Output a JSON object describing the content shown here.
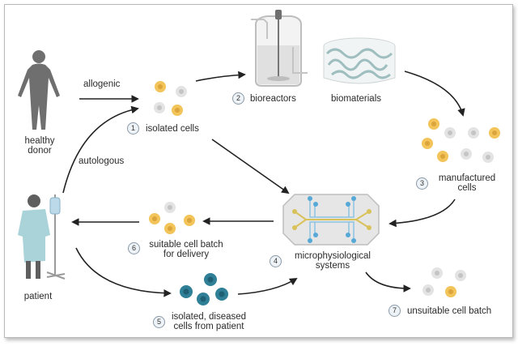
{
  "diagram": {
    "type": "workflow",
    "nodes": {
      "healthy_donor": {
        "label": "healthy\ndonor",
        "line1": "healthy",
        "line2": "donor"
      },
      "patient": {
        "label": "patient"
      },
      "isolated_cells": {
        "step": "1",
        "label": "isolated cells"
      },
      "bioreactors": {
        "step": "2",
        "label": "bioreactors"
      },
      "biomaterials": {
        "label": "biomaterials"
      },
      "manufactured_cells": {
        "step": "3",
        "line1": "manufactured",
        "line2": "cells"
      },
      "microphysiological_systems": {
        "step": "4",
        "line1": "microphysiological",
        "line2": "systems"
      },
      "diseased_cells": {
        "step": "5",
        "line1": "isolated, diseased",
        "line2": "cells from patient"
      },
      "suitable_batch": {
        "step": "6",
        "line1": "suitable cell batch",
        "line2": "for delivery"
      },
      "unsuitable_batch": {
        "step": "7",
        "label": "unsuitable cell batch"
      }
    },
    "edges": [
      {
        "from": "healthy_donor",
        "to": "isolated_cells",
        "label": "allogenic"
      },
      {
        "from": "patient",
        "to": "isolated_cells",
        "label": "autologous"
      },
      {
        "from": "isolated_cells",
        "to": "bioreactors"
      },
      {
        "from": "biomaterials",
        "to": "manufactured_cells"
      },
      {
        "from": "isolated_cells",
        "to": "microphysiological_systems"
      },
      {
        "from": "manufactured_cells",
        "to": "microphysiological_systems"
      },
      {
        "from": "microphysiological_systems",
        "to": "suitable_batch"
      },
      {
        "from": "suitable_batch",
        "to": "patient"
      },
      {
        "from": "patient",
        "to": "diseased_cells"
      },
      {
        "from": "diseased_cells",
        "to": "microphysiological_systems"
      },
      {
        "from": "microphysiological_systems",
        "to": "unsuitable_batch"
      }
    ],
    "colors": {
      "healthy_cell": "#f2c45a",
      "healthy_cell_nucleus": "#dca53b",
      "grey_cell": "#e3e3e3",
      "grey_cell_nucleus": "#c4c4c4",
      "diseased_cell": "#2f7f96",
      "diseased_cell_nucleus": "#1f5f74",
      "arrow": "#222222",
      "chip_yellow_channel": "#d9c25a",
      "chip_blue_channel": "#56a9d6",
      "gown": "#a9d3d8",
      "silhouette": "#6f6f6f"
    }
  }
}
